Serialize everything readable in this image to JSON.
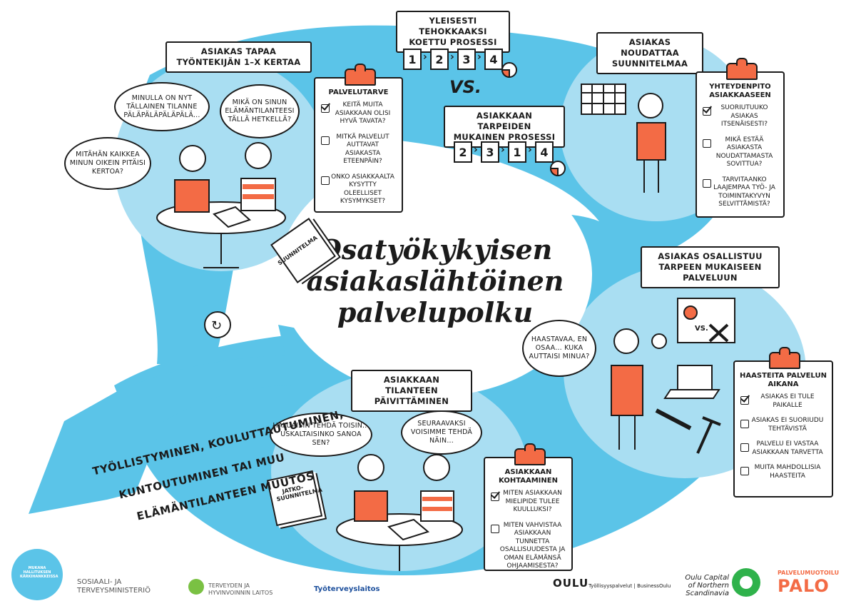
{
  "title_lines": [
    "Osatyökykyisen",
    "asiakaslähtöinen",
    "palvelupolku"
  ],
  "steps": {
    "meet": "ASIAKAS TAPAA TYÖNTEKIJÄN 1–X KERTAA",
    "follow": "ASIAKAS NOUDATTAA SUUNNITELMAA",
    "participate": "ASIAKAS OSALLISTUU TARPEEN MUKAISEEN PALVELUUN",
    "update": "ASIAKKAAN TILANTEEN PÄIVITTÄMINEN"
  },
  "process": {
    "general_label": "YLEISESTI TEHOKKAAKSI KOETTU PROSESSI",
    "general_steps": [
      "1",
      "2",
      "3",
      "4"
    ],
    "vs": "VS.",
    "custom_label": "ASIAKKAAN TARPEIDEN MUKAINEN PROSESSI",
    "custom_steps": [
      "2",
      "3",
      "1",
      "4"
    ]
  },
  "bubbles": {
    "b1": "MINULLA ON NYT TÄLLAINEN TILANNE PÄLÄPÄLÄPÄLÄPÄLÄ...",
    "b2": "MIKÄ ON SINUN ELÄMÄNTILANTEESI TÄLLÄ HETKELLÄ?",
    "b3": "MITÄHÄN KAIKKEA MINUN OIKEIN PITÄISI KERTOA?",
    "b4": "HAASTAVAA, EN OSAA... KUKA AUTTAISI MINUA?",
    "b5": "HALUAISIN TEHDÄ TOISIN... USKALTAISINKO SANOA SEN?",
    "b6": "SEURAAVAKSI VOISIMME TEHDÄ NÄIN..."
  },
  "clipboards": [
    {
      "title": "PALVELUTARVE",
      "items": [
        {
          "text": "KEITÄ MUITA ASIAKKAAN OLISI HYVÄ TAVATA?",
          "checked": true
        },
        {
          "text": "MITKÄ PALVELUT AUTTAVAT ASIAKASTA ETEENPÄIN?",
          "checked": false
        },
        {
          "text": "ONKO ASIAKKAALTA KYSYTTY OLEELLISET KYSYMYKSET?",
          "checked": false
        }
      ]
    },
    {
      "title": "YHTEYDENPITO ASIAKKAASEEN",
      "items": [
        {
          "text": "SUORIUTUUKO ASIAKAS ITSENÄISESTI?",
          "checked": true
        },
        {
          "text": "MIKÄ ESTÄÄ ASIAKASTA NOUDATTAMASTA SOVITTUA?",
          "checked": false
        },
        {
          "text": "TARVITAANKO LAAJEMPAA TYÖ- JA TOIMINTAKYVYN SELVITTÄMISTÄ?",
          "checked": false
        }
      ]
    },
    {
      "title": "HAASTEITA PALVELUN AIKANA",
      "items": [
        {
          "text": "ASIAKAS EI TULE PAIKALLE",
          "checked": true
        },
        {
          "text": "ASIAKAS EI SUORIUDU TEHTÄVISTÄ",
          "checked": false
        },
        {
          "text": "PALVELU EI VASTAA ASIAKKAAN TARVETTA",
          "checked": false
        },
        {
          "text": "MUITA MAHDOLLISIA HAASTEITA",
          "checked": false
        }
      ]
    },
    {
      "title": "ASIAKKAAN KOHTAAMINEN",
      "items": [
        {
          "text": "MITEN ASIAKKAAN MIELIPIDE TULEE KUULLUKSI?",
          "checked": true
        },
        {
          "text": "MITEN VAHVISTAA ASIAKKAAN TUNNETTA OSALLISUUDESTA JA OMAN ELÄMÄNSÄ OHJAAMISESTA?",
          "checked": false
        }
      ]
    }
  ],
  "docs": {
    "plan": "SUUNNITELMA",
    "followup": "JATKO-SUUNNITELMA",
    "vs": "VS."
  },
  "outcome": [
    "TYÖLLISTYMINEN, KOULUTTAUTUMINEN,",
    "KUNTOUTUMINEN TAI MUU",
    "ELÄMÄNTILANTEEN MUUTOS"
  ],
  "logos": {
    "mukana": "MUKANA HALLITUKSEN KÄRKIHANKKEISSA",
    "stm": "SOSIAALI- JA TERVEYSMINISTERIÖ",
    "thl": "TERVEYDEN JA HYVINVOINNIN LAITOS",
    "ttl": "Työterveyslaitos",
    "oulu": "OULU",
    "oulu_sub": "Työllisyyspalvelut | BusinessOulu",
    "capital": "Oulu Capital of Northern Scandinavia",
    "palo_sub": "PALVELUMUOTOILU",
    "palo": "PALO"
  },
  "colors": {
    "light_blue": "#a9def2",
    "mid_blue": "#5bc4e8",
    "orange": "#f36b45",
    "ink": "#1b1b1b"
  }
}
